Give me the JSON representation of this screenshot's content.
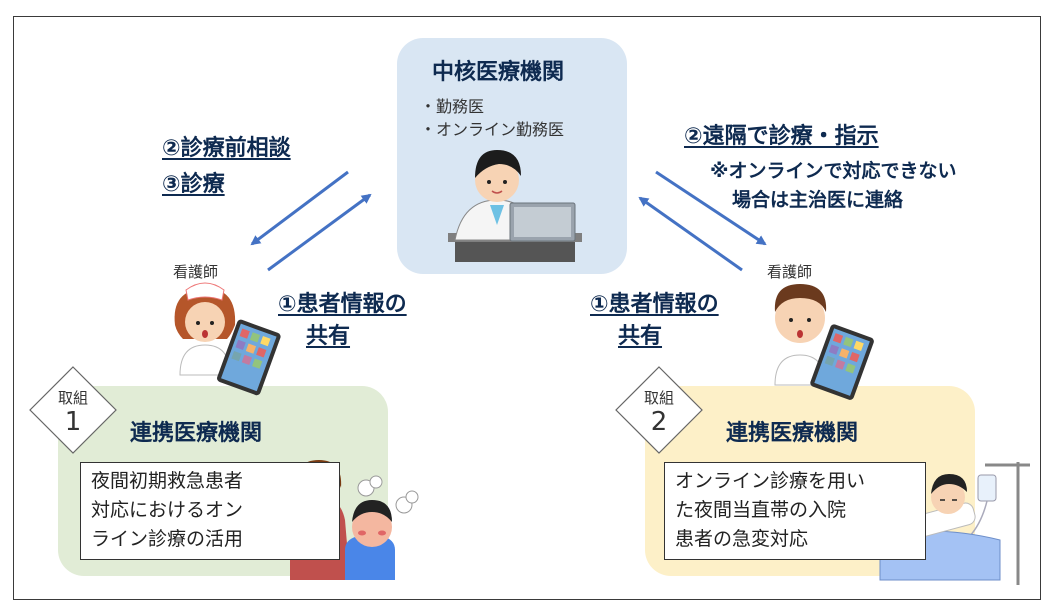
{
  "center": {
    "title": "中核医療機関",
    "bullets": [
      "・勤務医",
      "・オンライン勤務医"
    ]
  },
  "left_labels": {
    "consult": "②診療前相談",
    "treat": "③診療"
  },
  "right_labels": {
    "remote": "②遠隔で診療・指示",
    "note1": "※オンラインで対応できない",
    "note2": "場合は主治医に連絡"
  },
  "share_left": {
    "line1": "①患者情報の",
    "line2": "共有"
  },
  "share_right": {
    "line1": "①患者情報の",
    "line2": "共有"
  },
  "nurse_left": "看護師",
  "nurse_right": "看護師",
  "left_box": {
    "badge_label": "取組",
    "badge_num": "1",
    "title": "連携医療機関",
    "text": [
      "夜間初期救急患者",
      "対応におけるオン",
      "ライン診療の活用"
    ]
  },
  "right_box": {
    "badge_label": "取組",
    "badge_num": "2",
    "title": "連携医療機関",
    "text": [
      "オンライン診療を用い",
      "た夜間当直帯の入院",
      "患者の急変対応"
    ]
  },
  "colors": {
    "arrow": "#4472c4",
    "title_text": "#0e2a50",
    "center_box": "#d9e6f3",
    "left_box": "#e1ecd6",
    "right_box": "#fdf0c8"
  },
  "icons": {
    "doctor": "doctor-laptop-icon",
    "nurse_left": "nurse-tablet-icon",
    "nurse_right": "male-nurse-tablet-icon",
    "mother_child": "mother-sick-child-icon",
    "patient": "hospital-bed-patient-icon"
  }
}
